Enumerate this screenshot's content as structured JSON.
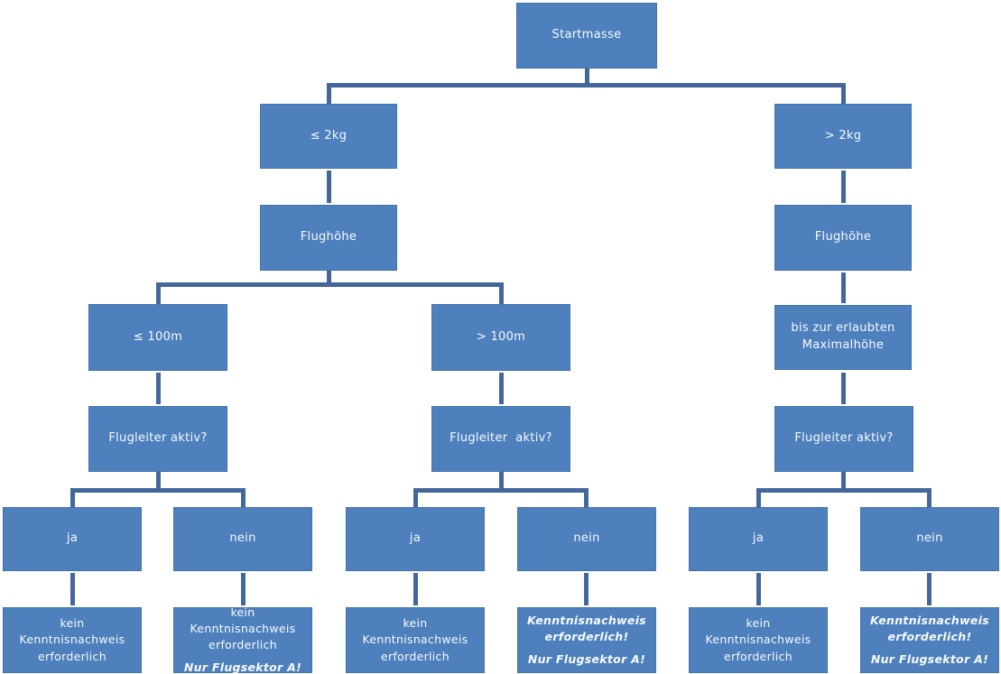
{
  "diagram": {
    "language": "de",
    "type": "decision-tree-flowchart",
    "colors": {
      "node_fill": "#4d80bc",
      "node_border": "#4173ab",
      "connector": "#44679b",
      "text": "#f7f9fc"
    }
  },
  "nodes": {
    "startmasse": "Startmasse",
    "under2kg": "≤ 2kg",
    "over2kg": "> 2kg",
    "flughoehe_left": "Flughöhe",
    "flughoehe_right": "Flughöhe",
    "under100m": "≤ 100m",
    "over100m": "> 100m",
    "max_altitude": "bis zur erlaubten Maximalhöhe",
    "flugleiter_left": "Flugleiter aktiv?",
    "flugleiter_mid": "Flugleiter  aktiv?",
    "flugleiter_right": "Flugleiter aktiv?",
    "ja_1": "ja",
    "nein_1": "nein",
    "ja_2": "ja",
    "nein_2": "nein",
    "ja_3": "ja",
    "nein_3": "nein"
  },
  "leaves": [
    {
      "text": "kein Kenntnisnachweis erforderlich",
      "note": ""
    },
    {
      "text": "kein Kenntnisnachweis erforderlich",
      "note": "Nur Flugsektor A!"
    },
    {
      "text": "kein Kenntnisnachweis erforderlich",
      "note": ""
    },
    {
      "text": "Kenntnisnachweis erforderlich!",
      "note": "Nur Flugsektor A!"
    },
    {
      "text": "kein Kenntnisnachweis erforderlich",
      "note": ""
    },
    {
      "text": "Kenntnisnachweis erforderlich!",
      "note": "Nur Flugsektor A!"
    }
  ]
}
